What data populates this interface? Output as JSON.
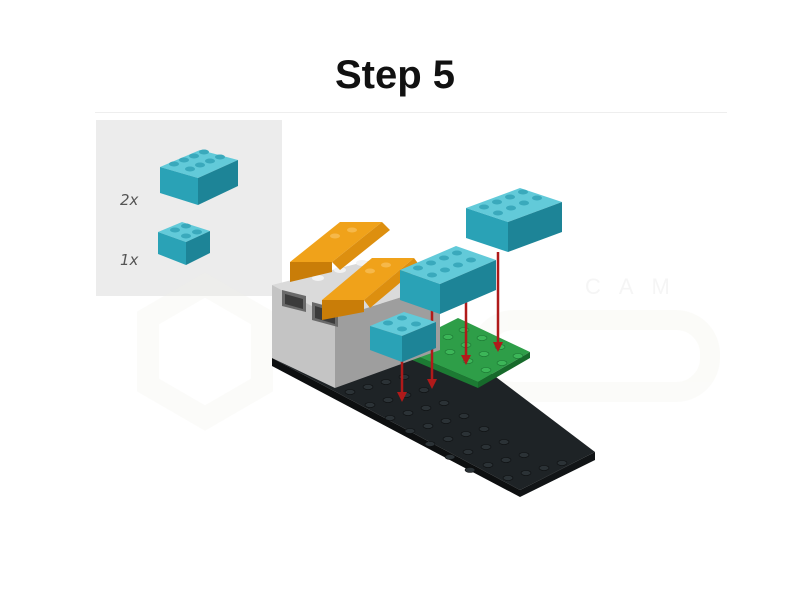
{
  "title": "Step 5",
  "parts": [
    {
      "quantity": "2x",
      "part": "2x4 brick",
      "color": "#3db8cc"
    },
    {
      "quantity": "1x",
      "part": "2x2 brick",
      "color": "#3db8cc"
    }
  ],
  "watermark": "CAM",
  "colors": {
    "brick_azure": "#3db8cc",
    "plate_black": "#1e2326",
    "plate_green": "#2e9e48",
    "wedo_hub_orange": "#f0a21a",
    "hub_gray": "#c9c9c9",
    "arrow_red": "#b01a1a"
  }
}
